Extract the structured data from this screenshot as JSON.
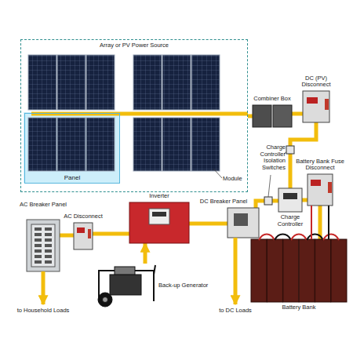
{
  "diagram": {
    "nodes": [
      {
        "text": [
          "Array or PV Power Source"
        ]
      },
      {
        "text": [
          "Panel"
        ],
        "in": 0
      },
      {
        "text": [
          "Combiner Box"
        ]
      },
      {
        "text": [
          "DC (PV) Disconnect"
        ]
      },
      {
        "text": [
          "Battery Bank Fuse Disconnect"
        ]
      },
      {
        "text": [
          "Charge Controller"
        ]
      },
      {
        "text": [
          "AC Breaker Panel"
        ]
      },
      {
        "text": [
          "AC Disconnect"
        ]
      },
      {
        "text": [
          "Inverter"
        ]
      },
      {
        "text": [
          "DC Breaker Panel"
        ]
      },
      {
        "text": [
          "Back-up Generator"
        ]
      },
      {
        "text": [
          "Battery Bank"
        ]
      }
    ],
    "edges": [
      {
        "from": 0,
        "to": 2,
        "arrow": "none"
      },
      {
        "from": 2,
        "to": 3,
        "arrow": "none"
      },
      {
        "from": 3,
        "to": 5,
        "arrow": "none"
      },
      {
        "from": 5,
        "to": 4,
        "arrow": "none"
      },
      {
        "from": 4,
        "to": 11,
        "arrow": "none"
      },
      {
        "from": 5,
        "to": 9,
        "arrow": "none"
      },
      {
        "from": 9,
        "to": 8,
        "arrow": "none"
      },
      {
        "from": 8,
        "to": 7,
        "arrow": "none"
      },
      {
        "from": 7,
        "to": 6,
        "arrow": "none"
      },
      {
        "from": 10,
        "to": 8,
        "arrow": "to"
      }
    ],
    "labels": [
      "Module",
      "Charge Controller Isolation Switches",
      "to Household Loads",
      "to DC Loads"
    ]
  }
}
